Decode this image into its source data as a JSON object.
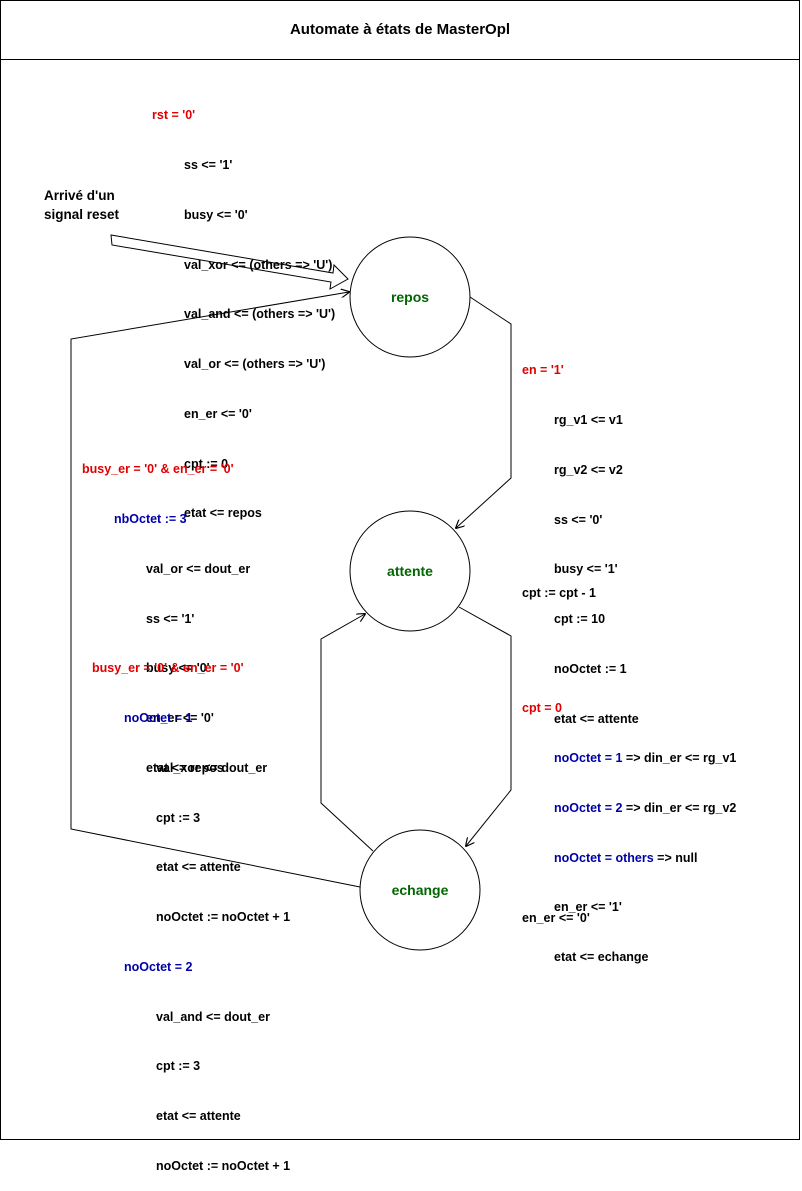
{
  "title": "Automate à états de MasterOpl",
  "states": {
    "repos": "repos",
    "attente": "attente",
    "echange": "echange"
  },
  "reset_label": {
    "line1": "Arrivé d'un",
    "line2": "signal reset"
  },
  "reset_block": {
    "condition": "rst = '0'",
    "actions": [
      "ss <= '1'",
      "busy <= '0'",
      "val_xor <= (others => 'U')",
      "val_and <= (others => 'U')",
      "val_or <= (others => 'U')",
      "en_er <= '0'",
      "cpt := 0",
      "etat <= repos"
    ]
  },
  "repos_to_attente": {
    "condition": "en = '1'",
    "actions": [
      "rg_v1 <= v1",
      "rg_v2 <= v2",
      "ss <= '0'",
      "busy <= '1'",
      "cpt := 10",
      "noOctet := 1",
      "etat <= attente"
    ]
  },
  "echange_to_repos": {
    "condition": "busy_er = '0' & en_er = '0'",
    "sub_condition": "nbOctet := 3",
    "actions": [
      "val_or <= dout_er",
      "ss <= '1'",
      "busy <= '0'",
      "en_er <= '0'",
      "etat <= repos"
    ]
  },
  "attente_action": "cpt := cpt - 1",
  "echange_to_attente": {
    "condition": "busy_er = '0' & en_er = '0'",
    "case1": "noOctet = 1",
    "case1_actions": [
      "val_xor <= dout_er",
      "cpt := 3",
      "etat <= attente",
      "noOctet := noOctet + 1"
    ],
    "case2": "noOctet = 2",
    "case2_actions": [
      "val_and <= dout_er",
      "cpt := 3",
      "etat <= attente",
      "noOctet := noOctet + 1"
    ]
  },
  "attente_to_echange": {
    "condition": "cpt = 0",
    "case1_cond": "noOctet = 1",
    "case1_rest": " => din_er <= rg_v1",
    "case2_cond": "noOctet = 2",
    "case2_rest": " => din_er <= rg_v2",
    "case3_cond": "noOctet = others",
    "case3_rest": " => null",
    "actions": [
      "en_er <= '1'",
      "etat <= echange"
    ]
  },
  "echange_action": "en_er <= '0'",
  "colors": {
    "condition": "#e00000",
    "case": "#0000aa",
    "state": "#006600"
  }
}
